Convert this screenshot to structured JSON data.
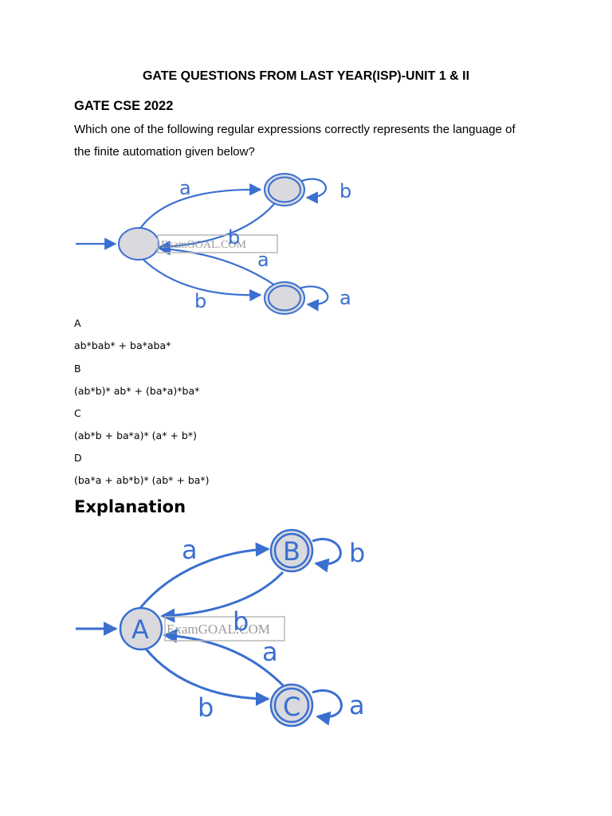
{
  "title": "GATE QUESTIONS FROM LAST YEAR(ISP)-UNIT 1 & II",
  "section": "GATE CSE 2022",
  "question_line1": "Which one of the following regular expressions correctly represents the language of",
  "question_line2": "the finite automation given below?",
  "diagram1": {
    "edge_top": "a",
    "loop_top": "b",
    "edge_back_top": "b",
    "edge_back_bottom": "a",
    "edge_bottom": "b",
    "loop_bottom": "a",
    "watermark": "ExamGOAL.COM"
  },
  "options": [
    {
      "letter": "A",
      "expr": "ab*bab* + ba*aba*"
    },
    {
      "letter": "B",
      "expr": "(ab*b)* ab* + (ba*a)*ba*"
    },
    {
      "letter": "C",
      "expr": "(ab*b + ba*a)* (a* + b*)"
    },
    {
      "letter": "D",
      "expr": "(ba*a + ab*b)* (ab* + ba*)"
    }
  ],
  "explanation_heading": "Explanation",
  "diagram2": {
    "state_start": "A",
    "state_top": "B",
    "state_bottom": "C",
    "edge_top": "a",
    "loop_top": "b",
    "edge_back_top": "b",
    "edge_back_bottom": "a",
    "edge_bottom": "b",
    "loop_bottom": "a",
    "watermark": "ExamGOAL.COM"
  },
  "colors": {
    "edge": "#3a6fd0",
    "node_fill": "#d9d9de"
  }
}
